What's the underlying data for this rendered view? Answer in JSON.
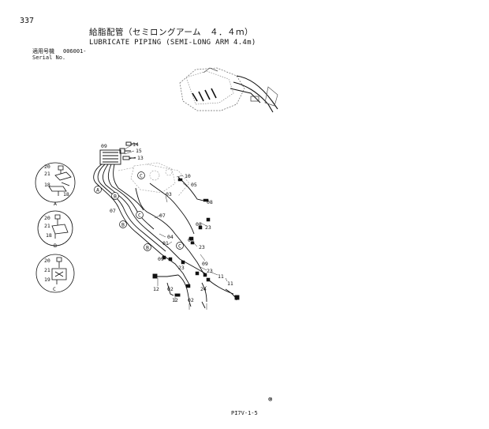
{
  "page": {
    "number": "337",
    "title_jp": "給脂配管（セミロングアーム　４．４ｍ）",
    "title_en": "LUBRICATE PIPING (SEMI-LONG ARM 4.4m)",
    "serial_label_jp": "適用号機",
    "serial_value": "006001-",
    "serial_label_en": "Serial No.",
    "ref_code": "PI7V-1-5",
    "mark": "⊗"
  },
  "callouts": {
    "n01": "01",
    "n02a": "02",
    "n02b": "02",
    "n03": "03",
    "n04": "04",
    "n05": "05",
    "n07a": "07",
    "n07b": "07",
    "n08a": "08",
    "n08b": "08",
    "n08c": "08",
    "n09a": "09",
    "n09b": "09",
    "n09c": "09",
    "n10": "10",
    "n11a": "11",
    "n11b": "11",
    "n12a": "12",
    "n12b": "12",
    "n13": "13",
    "n14": "14",
    "n15": "15",
    "n23a": "23",
    "n23b": "23",
    "n23c": "23",
    "n23d": "23",
    "n24": "24"
  },
  "view_letters": {
    "A1": "A",
    "B1": "B",
    "B2": "B",
    "B3": "B",
    "C1": "C",
    "C2": "C",
    "C3": "C"
  },
  "detail_a": {
    "p1": "20",
    "p2": "21",
    "p3": "18",
    "p4": "18",
    "label": "A"
  },
  "detail_b": {
    "p1": "20",
    "p2": "21",
    "p3": "18",
    "label": "B"
  },
  "detail_c": {
    "p1": "20",
    "p2": "21",
    "p3": "19",
    "label": "C"
  }
}
